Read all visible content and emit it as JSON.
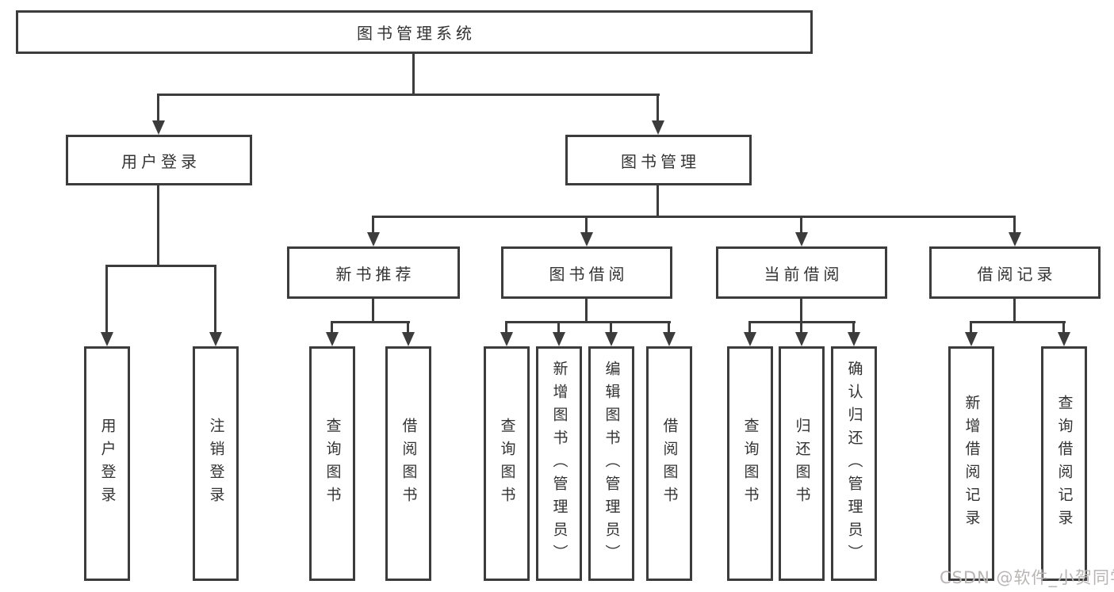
{
  "diagram": {
    "root": {
      "label": "图书管理系统"
    },
    "level2": [
      {
        "label": "用户登录"
      },
      {
        "label": "图书管理"
      }
    ],
    "level3": [
      {
        "label": "新书推荐"
      },
      {
        "label": "图书借阅"
      },
      {
        "label": "当前借阅"
      },
      {
        "label": "借阅记录"
      }
    ],
    "leaves": {
      "user_login": [
        "用户登录",
        "注销登录"
      ],
      "new_book_rec": [
        "查询图书",
        "借阅图书"
      ],
      "book_borrow": [
        "查询图书",
        "新增图书（管理员）",
        "编辑图书（管理员）",
        "借阅图书"
      ],
      "current_borrow": [
        "查询图书",
        "归还图书",
        "确认归还（管理员）"
      ],
      "borrow_record": [
        "新增借阅记录",
        "查询借阅记录"
      ]
    }
  },
  "watermark": {
    "text": "CSDN @软件_小贺同学"
  },
  "colors": {
    "line": "#3c3c3c",
    "text": "#333333",
    "background": "#ffffff",
    "watermark": "#b9b5b5"
  }
}
